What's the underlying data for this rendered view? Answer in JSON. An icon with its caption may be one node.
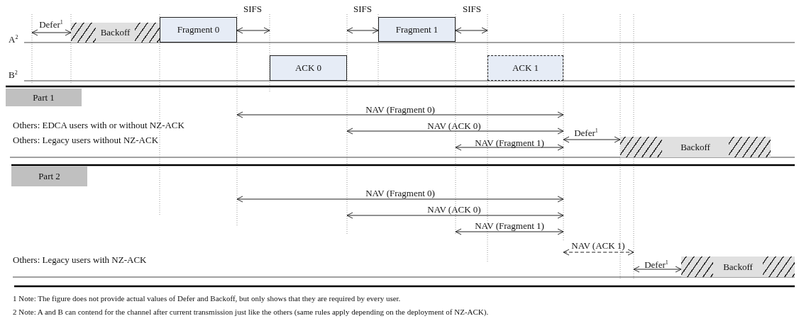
{
  "diagram": {
    "nodes": [
      {
        "text": [
          "Backoff"
        ]
      },
      {
        "text": [
          "Fragment 0"
        ]
      },
      {
        "text": [
          "Fragment 1"
        ]
      },
      {
        "text": [
          "ACK 0"
        ]
      },
      {
        "text": [
          "ACK 1"
        ]
      },
      {
        "text": [
          "Part 1"
        ]
      },
      {
        "text": [
          "Backoff"
        ]
      },
      {
        "text": [
          "Part 2"
        ]
      },
      {
        "text": [
          "Backoff"
        ]
      }
    ],
    "labels": [
      "Defer$^{1}$",
      "SIFS",
      "SIFS",
      "SIFS",
      "A$^{2}$",
      "B$^{2}$",
      "NAV (Fragment 0)",
      "Others: EDCA users with or without NZ-ACK",
      "NAV (ACK 0)",
      "Defer$^{1}$",
      "Others: Legacy users without NZ-ACK",
      "NAV (Fragment 1)",
      "NAV (Fragment 0)",
      "NAV (ACK 0)",
      "NAV (Fragment 1)",
      "NAV (ACK 1)",
      "Others: Legacy users with NZ-ACK",
      "Defer$^{1}$",
      "1 Note: The figure does not provide actual values of Defer and Backoff, but only shows that they are required by every user.",
      "2 Note: A and B can contend for the channel after current transmission just like the others (same rules apply depending on the deployment of NZ-ACK)."
    ]
  }
}
